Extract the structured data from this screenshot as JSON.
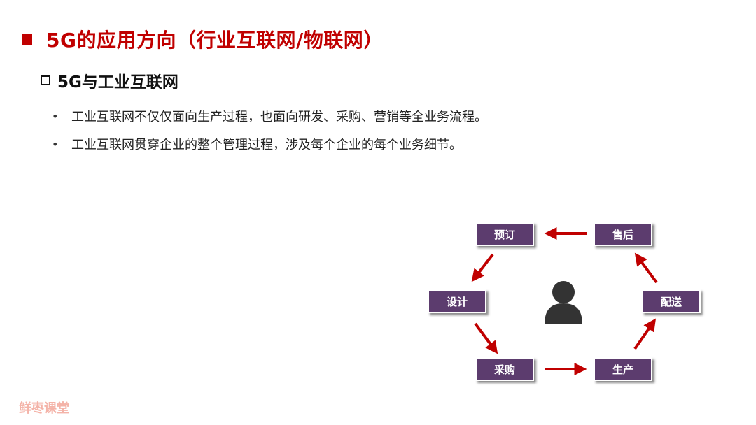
{
  "title": "5G的应用方向（行业互联网/物联网）",
  "subtitle": "5G与工业互联网",
  "bullets": [
    "工业互联网不仅仅面向生产过程，也面向研发、采购、营销等全业务流程。",
    "工业互联网贯穿企业的整个管理过程，涉及每个企业的每个业务细节。"
  ],
  "bullet_symbol": "•",
  "diagram": {
    "nodes": {
      "yuding": "预订",
      "shouhou": "售后",
      "sheji": "设计",
      "peisong": "配送",
      "caigou": "采购",
      "shengchan": "生产"
    },
    "center_icon": "person-icon"
  },
  "watermark": "鲜枣课堂",
  "colors": {
    "accent": "#c00000",
    "node_fill": "#5c3c6e",
    "arrow": "#c00000",
    "person": "#333333",
    "watermark": "#f4b3a8"
  }
}
